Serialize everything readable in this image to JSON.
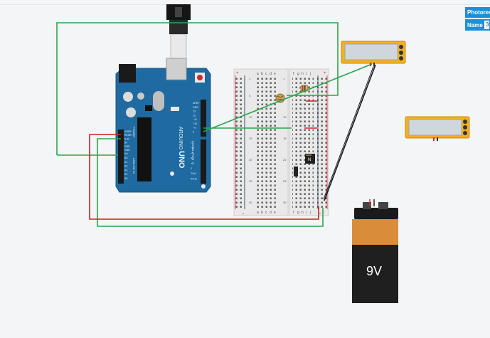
{
  "inspector": {
    "title": "Photoresis",
    "name_label": "Name",
    "name_value": "3"
  },
  "arduino": {
    "brand": "ARDUINO",
    "model": "UNO",
    "power_header": "POWER",
    "analog_header": "ANALOG IN",
    "digital_header": "DIGITAL (PWM ~)",
    "power_pins": [
      "IOREF",
      "RESET",
      "3.3V",
      "5V",
      "GND",
      "GND",
      "Vin"
    ],
    "analog_pins": [
      "A0",
      "A1",
      "A2",
      "A3",
      "A4",
      "A5"
    ],
    "digital_top": [
      "AREF",
      "GND",
      "13",
      "12",
      "~11",
      "~10",
      "~9",
      "8"
    ],
    "digital_bottom": [
      "7",
      "~6",
      "~5",
      "4",
      "~3",
      "2",
      "TX▸1",
      "RX◂0"
    ]
  },
  "breadboard": {
    "column_letters_left": [
      "a",
      "b",
      "c",
      "d",
      "e"
    ],
    "column_letters_right": [
      "f",
      "g",
      "h",
      "i",
      "j"
    ],
    "row_labels": [
      "1",
      "5",
      "10",
      "15",
      "20",
      "25",
      "30"
    ],
    "plus": "+",
    "minus": "−"
  },
  "battery": {
    "label": "9V"
  },
  "transistor": {
    "label": "N"
  },
  "colors": {
    "wire_green": "#2aa64a",
    "wire_red": "#c9201f",
    "wire_black": "#1a1a1a",
    "arduino_blue": "#1f6aa0",
    "lcd_frame": "#f2b01e",
    "battery_orange": "#d98d3a"
  }
}
